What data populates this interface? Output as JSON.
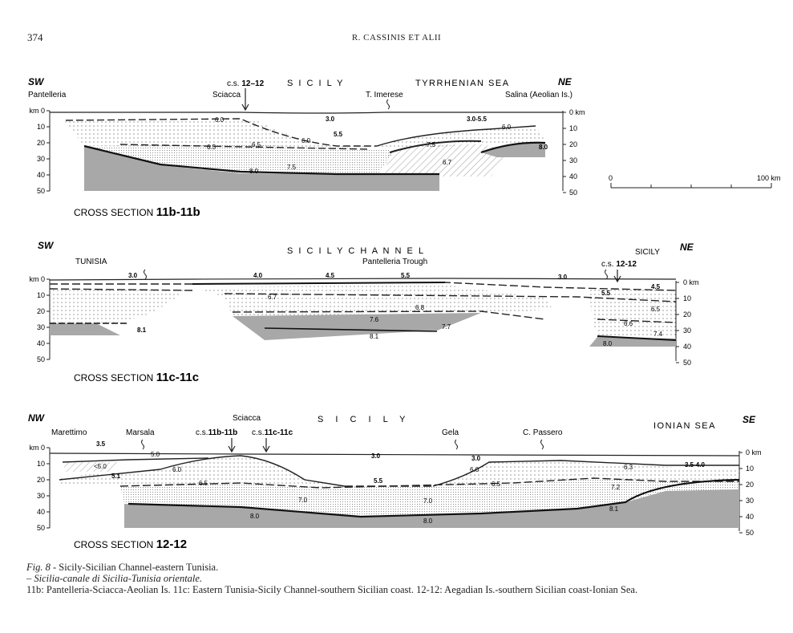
{
  "page": {
    "number": "374",
    "running_head": "R. CASSINIS ET ALII"
  },
  "figure": {
    "depth_ticks": [
      "0",
      "10",
      "20",
      "30",
      "40",
      "50"
    ],
    "sections": [
      {
        "title_prefix": "CROSS SECTION ",
        "title_code": "11b-11b",
        "dir_left": "SW",
        "dir_right": "NE",
        "km_label": "km 0",
        "right_km_label": "0 km",
        "places": [
          "Pantelleria",
          "c.s. ",
          "12–12",
          "Sciacca",
          "S I C I L Y",
          "T. Imerese",
          "TYRRHENIAN SEA",
          "Salina (Aeolian Is.)"
        ],
        "velocities": [
          "6.0",
          "3.0",
          "3.0-5.5",
          "6.0",
          "5.5",
          "6.0",
          "6.5",
          "6.5",
          "7.5",
          "8.0",
          "7.5",
          "6.7",
          "8.0"
        ]
      },
      {
        "title_prefix": "CROSS SECTION ",
        "title_code": "11c-11c",
        "dir_left": "SW",
        "dir_right": "NE",
        "km_label": "km 0",
        "right_km_label": "0 km",
        "places": [
          "TUNISIA",
          "S I C I L Y   C H A N N E L",
          "Pantelleria Trough",
          "SICILY",
          "c.s. ",
          "12-12"
        ],
        "velocities": [
          "3.0",
          "4.0",
          "4.5",
          "5.5",
          "3.0",
          "4.5",
          "6.7",
          "6.8",
          "5.5",
          "6.5",
          "7.6",
          "7.7",
          "6.6",
          "8.1",
          "8.1",
          "7.4",
          "8.0"
        ]
      },
      {
        "title_prefix": "CROSS SECTION ",
        "title_code": "12-12",
        "dir_left": "NW",
        "dir_right": "SE",
        "km_label": "km 0",
        "right_km_label": "0 km",
        "places": [
          "Marettimo",
          "Marsala",
          "Sciacca",
          "c.s.",
          "11b-11b",
          "c.s.",
          "11c-11c",
          "S I C I L Y",
          "Gela",
          "C. Passero",
          "IONIAN SEA"
        ],
        "velocities": [
          "3.5",
          "5.0",
          "<5.0",
          "6.0",
          "5.1",
          "6.5",
          "3.0",
          "5.5",
          "3.0",
          "6.0",
          "6.5",
          "6.3",
          "3.5-4.0",
          "7.0",
          "7.0",
          "7.2",
          "8.0",
          "8.0",
          "8.1"
        ]
      }
    ],
    "scale_bar": {
      "start": "0",
      "end": "100 km"
    }
  },
  "caption": {
    "fig_label": "Fig. 8",
    "title": " - Sicily-Sicilian Channel-eastern Tunisia.",
    "subtitle": "– Sicilia-canale di Sicilia-Tunisia orientale.",
    "description": "11b: Pantelleria-Sciacca-Aeolian Is. 11c: Eastern Tunisia-Sicily Channel-southern Sicilian coast. 12-12: Aegadian Is.-southern Sicilian coast-Ionian Sea."
  }
}
